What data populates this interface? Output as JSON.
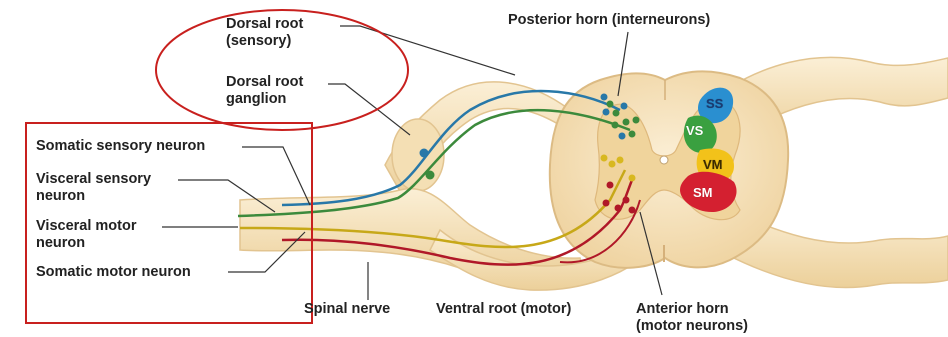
{
  "labels": {
    "dorsal_root": "Dorsal root\n(sensory)",
    "dorsal_root_ganglion": "Dorsal root\nganglion",
    "posterior_horn": "Posterior horn (interneurons)",
    "somatic_sensory_neuron": "Somatic sensory neuron",
    "visceral_sensory_neuron": "Visceral sensory\nneuron",
    "visceral_motor_neuron": "Visceral motor\nneuron",
    "somatic_motor_neuron": "Somatic motor neuron",
    "spinal_nerve": "Spinal nerve",
    "ventral_root": "Ventral root (motor)",
    "anterior_horn": "Anterior horn\n(motor neurons)"
  },
  "zones": {
    "ss": "SS",
    "vs": "VS",
    "vm": "VM",
    "sm": "SM"
  },
  "colors": {
    "tissue": "#f6e3bc",
    "tissue_edge": "#e2c490",
    "gray_matter": "#f1d9a6",
    "somatic_sensory": "#2878a8",
    "visceral_sensory": "#3c8a3c",
    "visceral_motor": "#d8b820",
    "somatic_motor": "#b01828",
    "zone_ss": "#2a8fd0",
    "zone_vs": "#3aa040",
    "zone_vm": "#f2c21a",
    "zone_sm": "#d42030",
    "highlight_outline": "#c8201e"
  }
}
